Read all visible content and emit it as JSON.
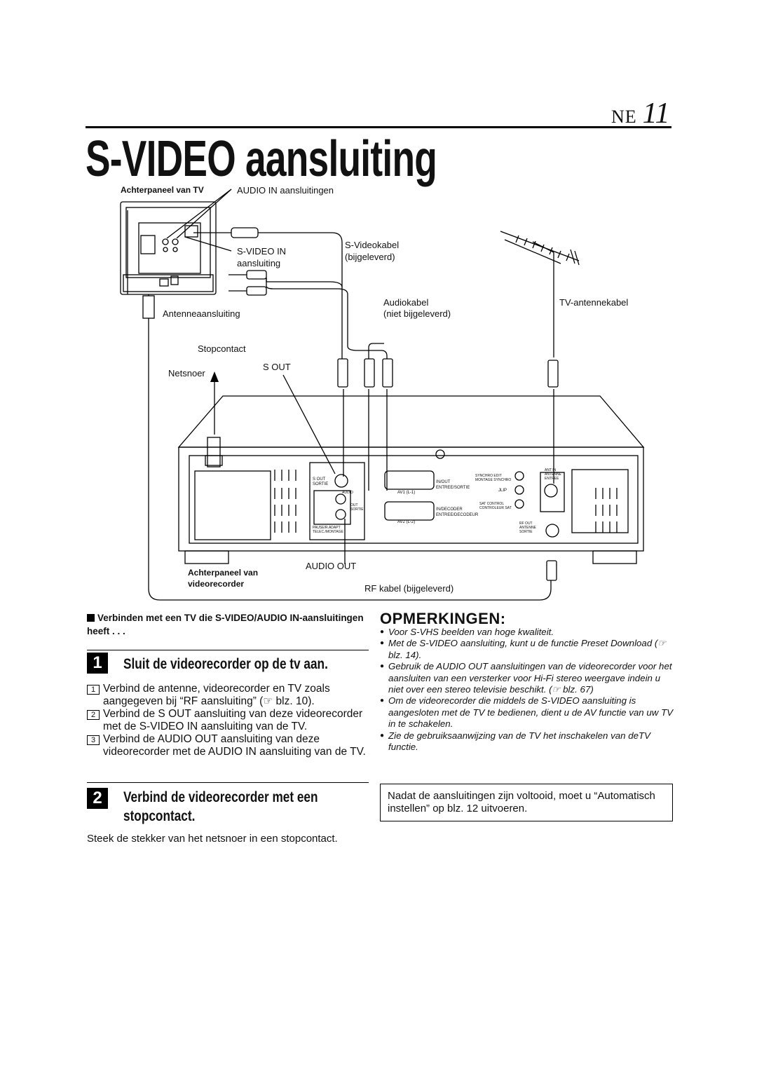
{
  "header": {
    "lang_code": "NE",
    "page_number": "11",
    "title": "S-VIDEO aansluiting"
  },
  "diagram": {
    "labels": {
      "tv_back_panel": "Achterpaneel van TV",
      "audio_in": "AUDIO IN aansluitingen",
      "svideo_in_1": "S-VIDEO IN",
      "svideo_in_2": "aansluiting",
      "svideo_cable_1": "S-Videokabel",
      "svideo_cable_2": "(bijgeleverd)",
      "antenna_conn": "Antenneaansluiting",
      "audio_cable_1": "Audiokabel",
      "audio_cable_2": "(niet bijgeleverd)",
      "tv_antenna_cable": "TV-antennekabel",
      "outlet": "Stopcontact",
      "power_cord": "Netsnoer",
      "s_out": "S OUT",
      "audio_out": "AUDIO OUT",
      "vcr_back_panel_1": "Achterpaneel van",
      "vcr_back_panel_2": "videorecorder",
      "rf_cable": "RF kabel (bijgeleverd)"
    },
    "panel_labels": {
      "s_out_small": "S  OUT",
      "sortie": "SORTIE",
      "audio": "AUDIO",
      "out_sortie": "OUT SORTIE",
      "pause_remote": "PAUSE/R.ADAPT",
      "telec": "TELEC./MONTAGE",
      "synchro_edit": "SYNCHRO EDIT",
      "montage_synchro": "MONTAGE SYNCHRO",
      "in_out": "IN/OUT",
      "entree_sortie": "ENTREE/SORTIE",
      "jlip": "JLIP",
      "av1": "AV1 (L-1)",
      "sat_control": "SAT CONTROL",
      "controleur_sat": "CONTROLEUR SAT",
      "in_decoder": "IN/DECODER",
      "entree_decodeur": "ENTREE/DECODEUR",
      "av2": "AV2 (L-2)",
      "ant_in": "ANT IN",
      "antenne_entree": "ANTENNE ENTREE",
      "rf_out": "RF OUT",
      "antenne_sortie": "ANTENNE SORTIE"
    }
  },
  "left": {
    "section_heading": "Verbinden met een TV die S-VIDEO/AUDIO IN-aansluitingen heeft . . .",
    "step1": {
      "num": "1",
      "title": "Sluit de videorecorder op de tv aan.",
      "items": [
        {
          "n": "1",
          "text": "Verbind de antenne, videorecorder en TV zoals aangegeven bij “RF aansluiting” (☞ blz. 10)."
        },
        {
          "n": "2",
          "text": "Verbind de S OUT aansluiting van deze videorecorder met de S-VIDEO IN aansluiting van de TV."
        },
        {
          "n": "3",
          "text": "Verbind de AUDIO OUT aansluiting van deze videorecorder met de AUDIO IN aansluiting van de TV."
        }
      ]
    },
    "step2": {
      "num": "2",
      "title_line1": "Verbind de videorecorder met een",
      "title_line2": "stopcontact.",
      "text": "Steek de stekker van het netsnoer in een stopcontact."
    }
  },
  "right": {
    "notes_title": "OPMERKINGEN:",
    "notes": [
      "Voor S-VHS beelden van hoge kwaliteit.",
      "Met de S-VIDEO aansluiting, kunt u de functie Preset Download (☞ blz. 14).",
      "Gebruik de AUDIO OUT aansluitingen van de videorecorder voor het aansluiten van een versterker voor Hi-Fi stereo weergave indein u niet over een stereo televisie beschikt. (☞ blz. 67)",
      "Om de videorecorder die middels de S-VIDEO aansluiting is aangesloten met de TV te bedienen, dient u de AV functie van uw TV in te schakelen.",
      "Zie de gebruiksaanwijzing van de TV het inschakelen van deTV functie."
    ],
    "box_note": "Nadat de aansluitingen zijn voltooid, moet u “Automatisch instellen” op blz. 12 uitvoeren."
  }
}
